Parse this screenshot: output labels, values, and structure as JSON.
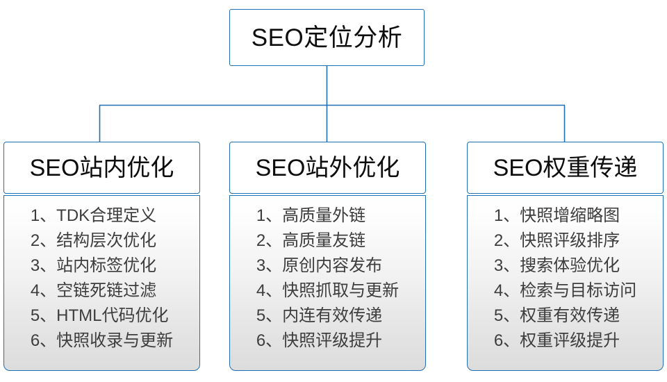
{
  "diagram": {
    "type": "organization-tree",
    "root": {
      "label": "SEO定位分析"
    },
    "branches": [
      {
        "header": "SEO站内优化",
        "items": [
          "1、TDK合理定义",
          "2、结构层次优化",
          "3、站内标签优化",
          "4、空链死链过滤",
          "5、HTML代码优化",
          "6、快照收录与更新"
        ]
      },
      {
        "header": "SEO站外优化",
        "items": [
          "1、高质量外链",
          "2、高质量友链",
          "3、原创内容发布",
          "4、快照抓取与更新",
          "5、内连有效传递",
          "6、快照评级提升"
        ]
      },
      {
        "header": "SEO权重传递",
        "items": [
          "1、快照增缩略图",
          "2、快照评级排序",
          "3、搜索体验优化",
          "4、检索与目标访问",
          "5、权重有效传递",
          "6、权重评级提升"
        ]
      }
    ],
    "colors": {
      "border": "#1f6fb4",
      "connector": "#1f6fb4",
      "header_text": "#0d0d0d",
      "item_text": "#3d3d3d",
      "body_gradient_top": "#ffffff",
      "body_gradient_bottom": "#dcdcdc"
    }
  }
}
